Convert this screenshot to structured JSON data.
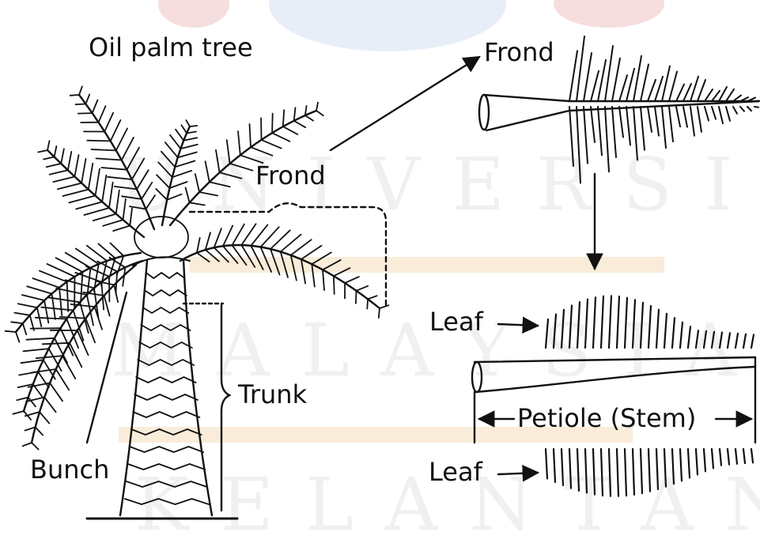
{
  "labels": {
    "title": "Oil palm tree",
    "frond_top": "Frond",
    "frond_tree": "Frond",
    "trunk": "Trunk",
    "bunch": "Bunch",
    "leaf_top": "Leaf",
    "leaf_bottom": "Leaf",
    "petiole": "Petiole (Stem)"
  },
  "watermark": {
    "line1": "UNIVERSITI",
    "line2": "MALAYSIA",
    "line3": "KELANTAN"
  },
  "colors": {
    "ink": "#111111",
    "watermark_text": "#d9d9d9",
    "watermark_logo": "#e8eef8",
    "watermark_red": "#f6dede",
    "watermark_band": "#f9ecd9"
  }
}
